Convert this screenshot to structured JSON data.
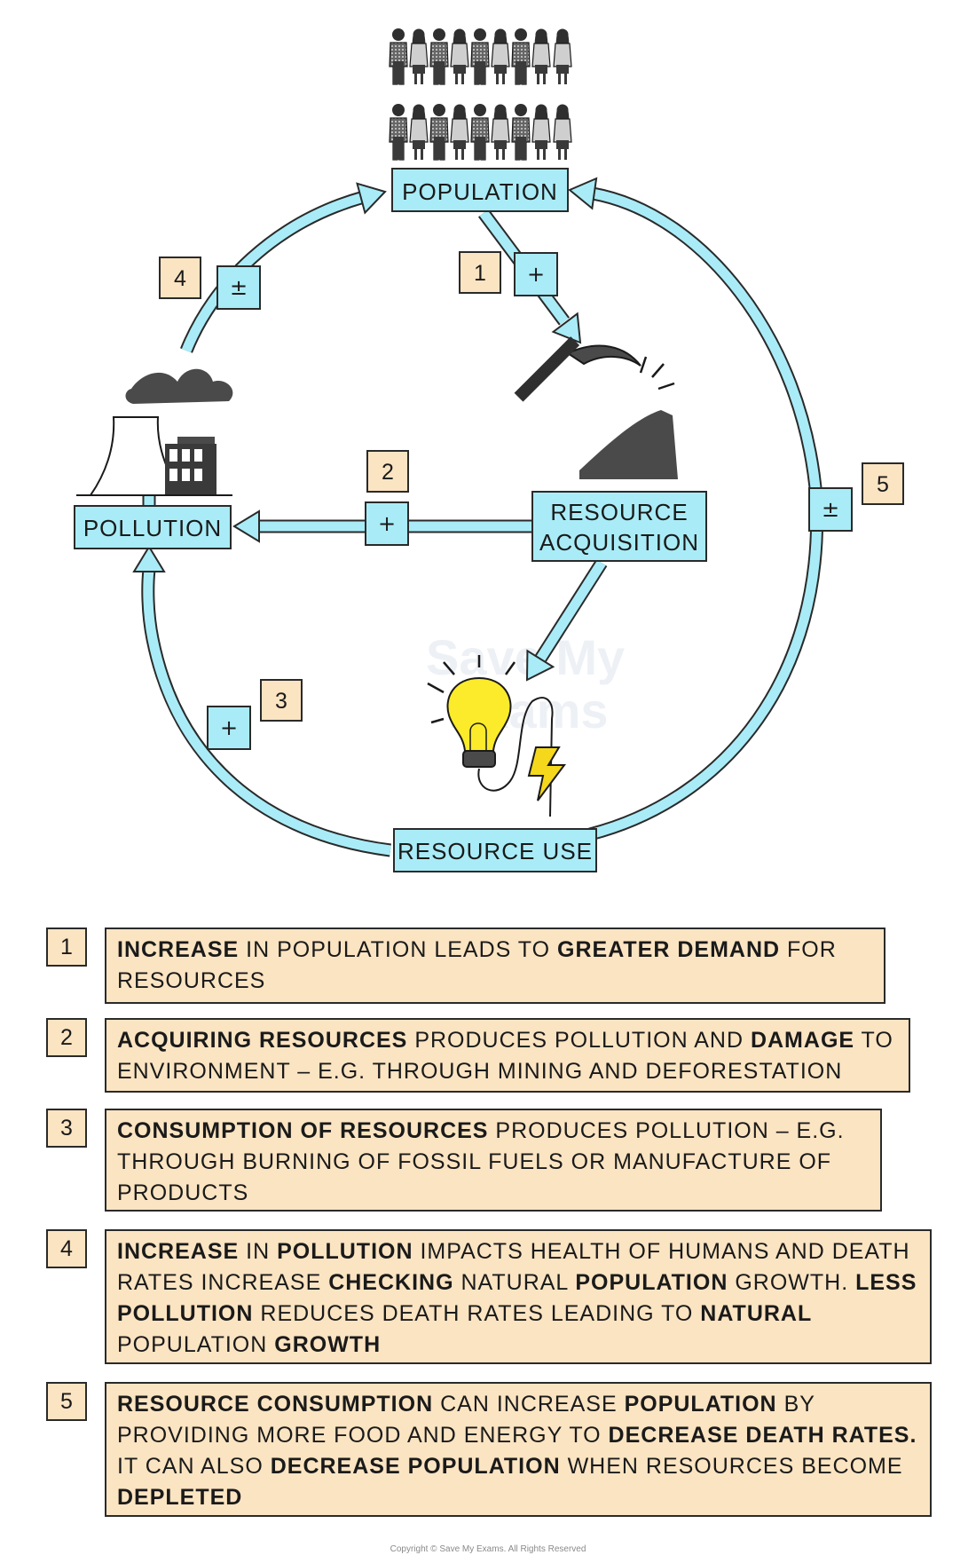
{
  "nodes": {
    "population": "POPULATION",
    "resource_acquisition_line1": "RESOURCE",
    "resource_acquisition_line2": "ACQUISITION",
    "pollution": "POLLUTION",
    "resource_use": "RESOURCE USE"
  },
  "links": [
    {
      "number": "1",
      "sign": "+"
    },
    {
      "number": "2",
      "sign": "+"
    },
    {
      "number": "3",
      "sign": "+"
    },
    {
      "number": "4",
      "sign": "±"
    },
    {
      "number": "5",
      "sign": "±"
    }
  ],
  "watermark": {
    "line1": "Save My",
    "line2": "Exams"
  },
  "legend": [
    {
      "number": "1",
      "segments": [
        {
          "text": "INCREASE",
          "bold": true
        },
        {
          "text": " IN POPULATION LEADS TO ",
          "bold": false
        },
        {
          "text": "GREATER DEMAND",
          "bold": true
        },
        {
          "text": " FOR RESOURCES",
          "bold": false
        }
      ]
    },
    {
      "number": "2",
      "segments": [
        {
          "text": "ACQUIRING RESOURCES",
          "bold": true
        },
        {
          "text": " PRODUCES POLLUTION AND ",
          "bold": false
        },
        {
          "text": "DAMAGE",
          "bold": true
        },
        {
          "text": " TO ENVIRONMENT – e.g. THROUGH MINING AND DEFORESTATION",
          "bold": false
        }
      ]
    },
    {
      "number": "3",
      "segments": [
        {
          "text": "CONSUMPTION OF RESOURCES",
          "bold": true
        },
        {
          "text": " PRODUCES POLLUTION – E.G. THROUGH BURNING OF FOSSIL FUELS OR MANUFACTURE OF PRODUCTS",
          "bold": false
        }
      ]
    },
    {
      "number": "4",
      "segments": [
        {
          "text": "INCREASE",
          "bold": true
        },
        {
          "text": " IN ",
          "bold": false
        },
        {
          "text": "POLLUTION",
          "bold": true
        },
        {
          "text": " IMPACTS HEALTH OF HUMANS AND DEATH RATES INCREASE ",
          "bold": false
        },
        {
          "text": "CHECKING",
          "bold": true
        },
        {
          "text": " NATURAL ",
          "bold": false
        },
        {
          "text": "POPULATION",
          "bold": true
        },
        {
          "text": " GROWTH. ",
          "bold": false
        },
        {
          "text": "LESS POLLUTION",
          "bold": true
        },
        {
          "text": " REDUCES DEATH RATES LEADING TO ",
          "bold": false
        },
        {
          "text": "NATURAL",
          "bold": true
        },
        {
          "text": " POPULATION ",
          "bold": false
        },
        {
          "text": "GROWTH",
          "bold": true
        }
      ]
    },
    {
      "number": "5",
      "segments": [
        {
          "text": "RESOURCE CONSUMPTION",
          "bold": true
        },
        {
          "text": " CAN INCREASE ",
          "bold": false
        },
        {
          "text": "POPULATION",
          "bold": true
        },
        {
          "text": " BY PROVIDING MORE FOOD AND ENERGY TO ",
          "bold": false
        },
        {
          "text": "DECREASE DEATH RATES.",
          "bold": true
        },
        {
          "text": " IT CAN ALSO ",
          "bold": false
        },
        {
          "text": "DECREASE POPULATION",
          "bold": true
        },
        {
          "text": " WHEN RESOURCES BECOME ",
          "bold": false
        },
        {
          "text": "DEPLETED",
          "bold": true
        }
      ]
    }
  ],
  "copyright": "Copyright © Save My Exams. All Rights Reserved",
  "colors": {
    "arrow_fill": "#a9ecf7",
    "arrow_stroke": "#2a2a2a",
    "node_fill": "#a9ecf7",
    "label_fill": "#fbe4c2",
    "bulb_yellow": "#fbeb2a",
    "bolt_yellow": "#f5d81c",
    "dark_grey": "#4a4a4a"
  },
  "icons": [
    "people-icon",
    "pickaxe-icon",
    "factory-icon",
    "lightbulb-icon",
    "lightning-bolt-icon"
  ]
}
